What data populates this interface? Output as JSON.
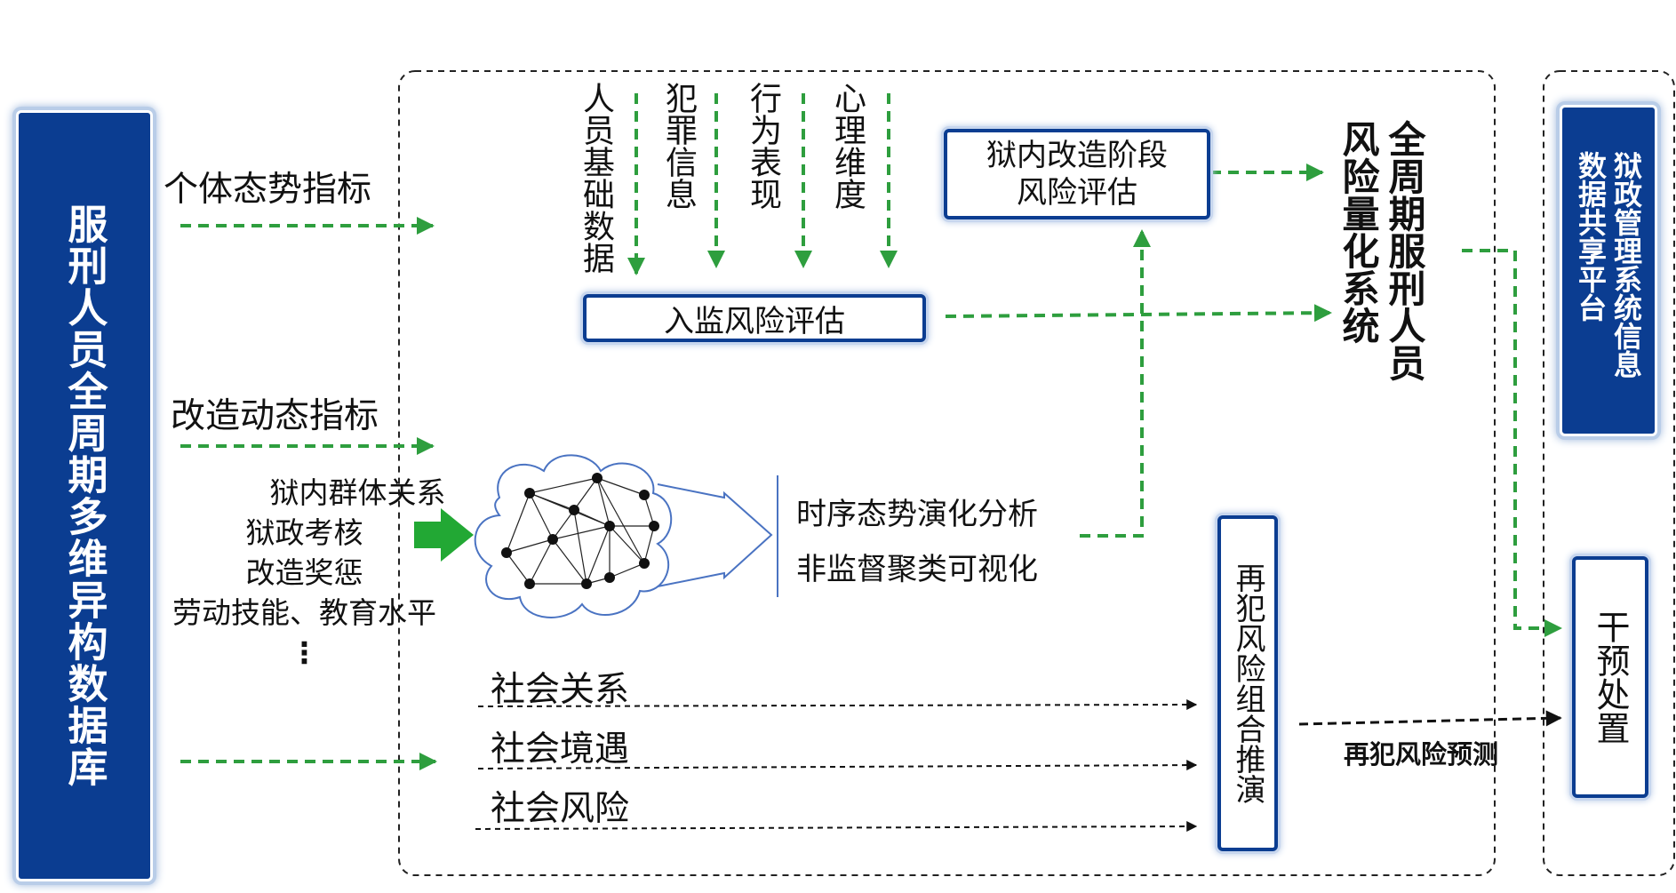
{
  "database": {
    "label": "服刑人员全周期多维异构数据库"
  },
  "indicators": {
    "individual": "个体态势指标",
    "reform": "改造动态指标",
    "reform_items": [
      "狱内群体关系",
      "狱政考核",
      "改造奖惩",
      "劳动技能、教育水平"
    ],
    "ellipsis": "⋮"
  },
  "admission": {
    "dimensions": [
      "人员基础数据",
      "犯罪信息",
      "行为表现",
      "心理维度"
    ],
    "assessment": "入监风险评估"
  },
  "prison_stage": {
    "line1": "狱内改造阶段",
    "line2": "风险评估"
  },
  "analysis": {
    "line1": "时序态势演化分析",
    "line2": "非监督聚类可视化"
  },
  "social": {
    "items": [
      "社会关系",
      "社会境遇",
      "社会风险"
    ]
  },
  "recidivism_combo": {
    "label": "再犯风险组合推演"
  },
  "system": {
    "label": "全周期服刑人员风险量化系统"
  },
  "platform": {
    "label": "狱政管理系统信息数据共享平台"
  },
  "intervention": {
    "label": "干预处置"
  },
  "prediction": {
    "label": "再犯风险预测"
  },
  "colors": {
    "navy": "#0b3d91",
    "green": "#2e9e3e",
    "arrow_green": "#22a834"
  }
}
